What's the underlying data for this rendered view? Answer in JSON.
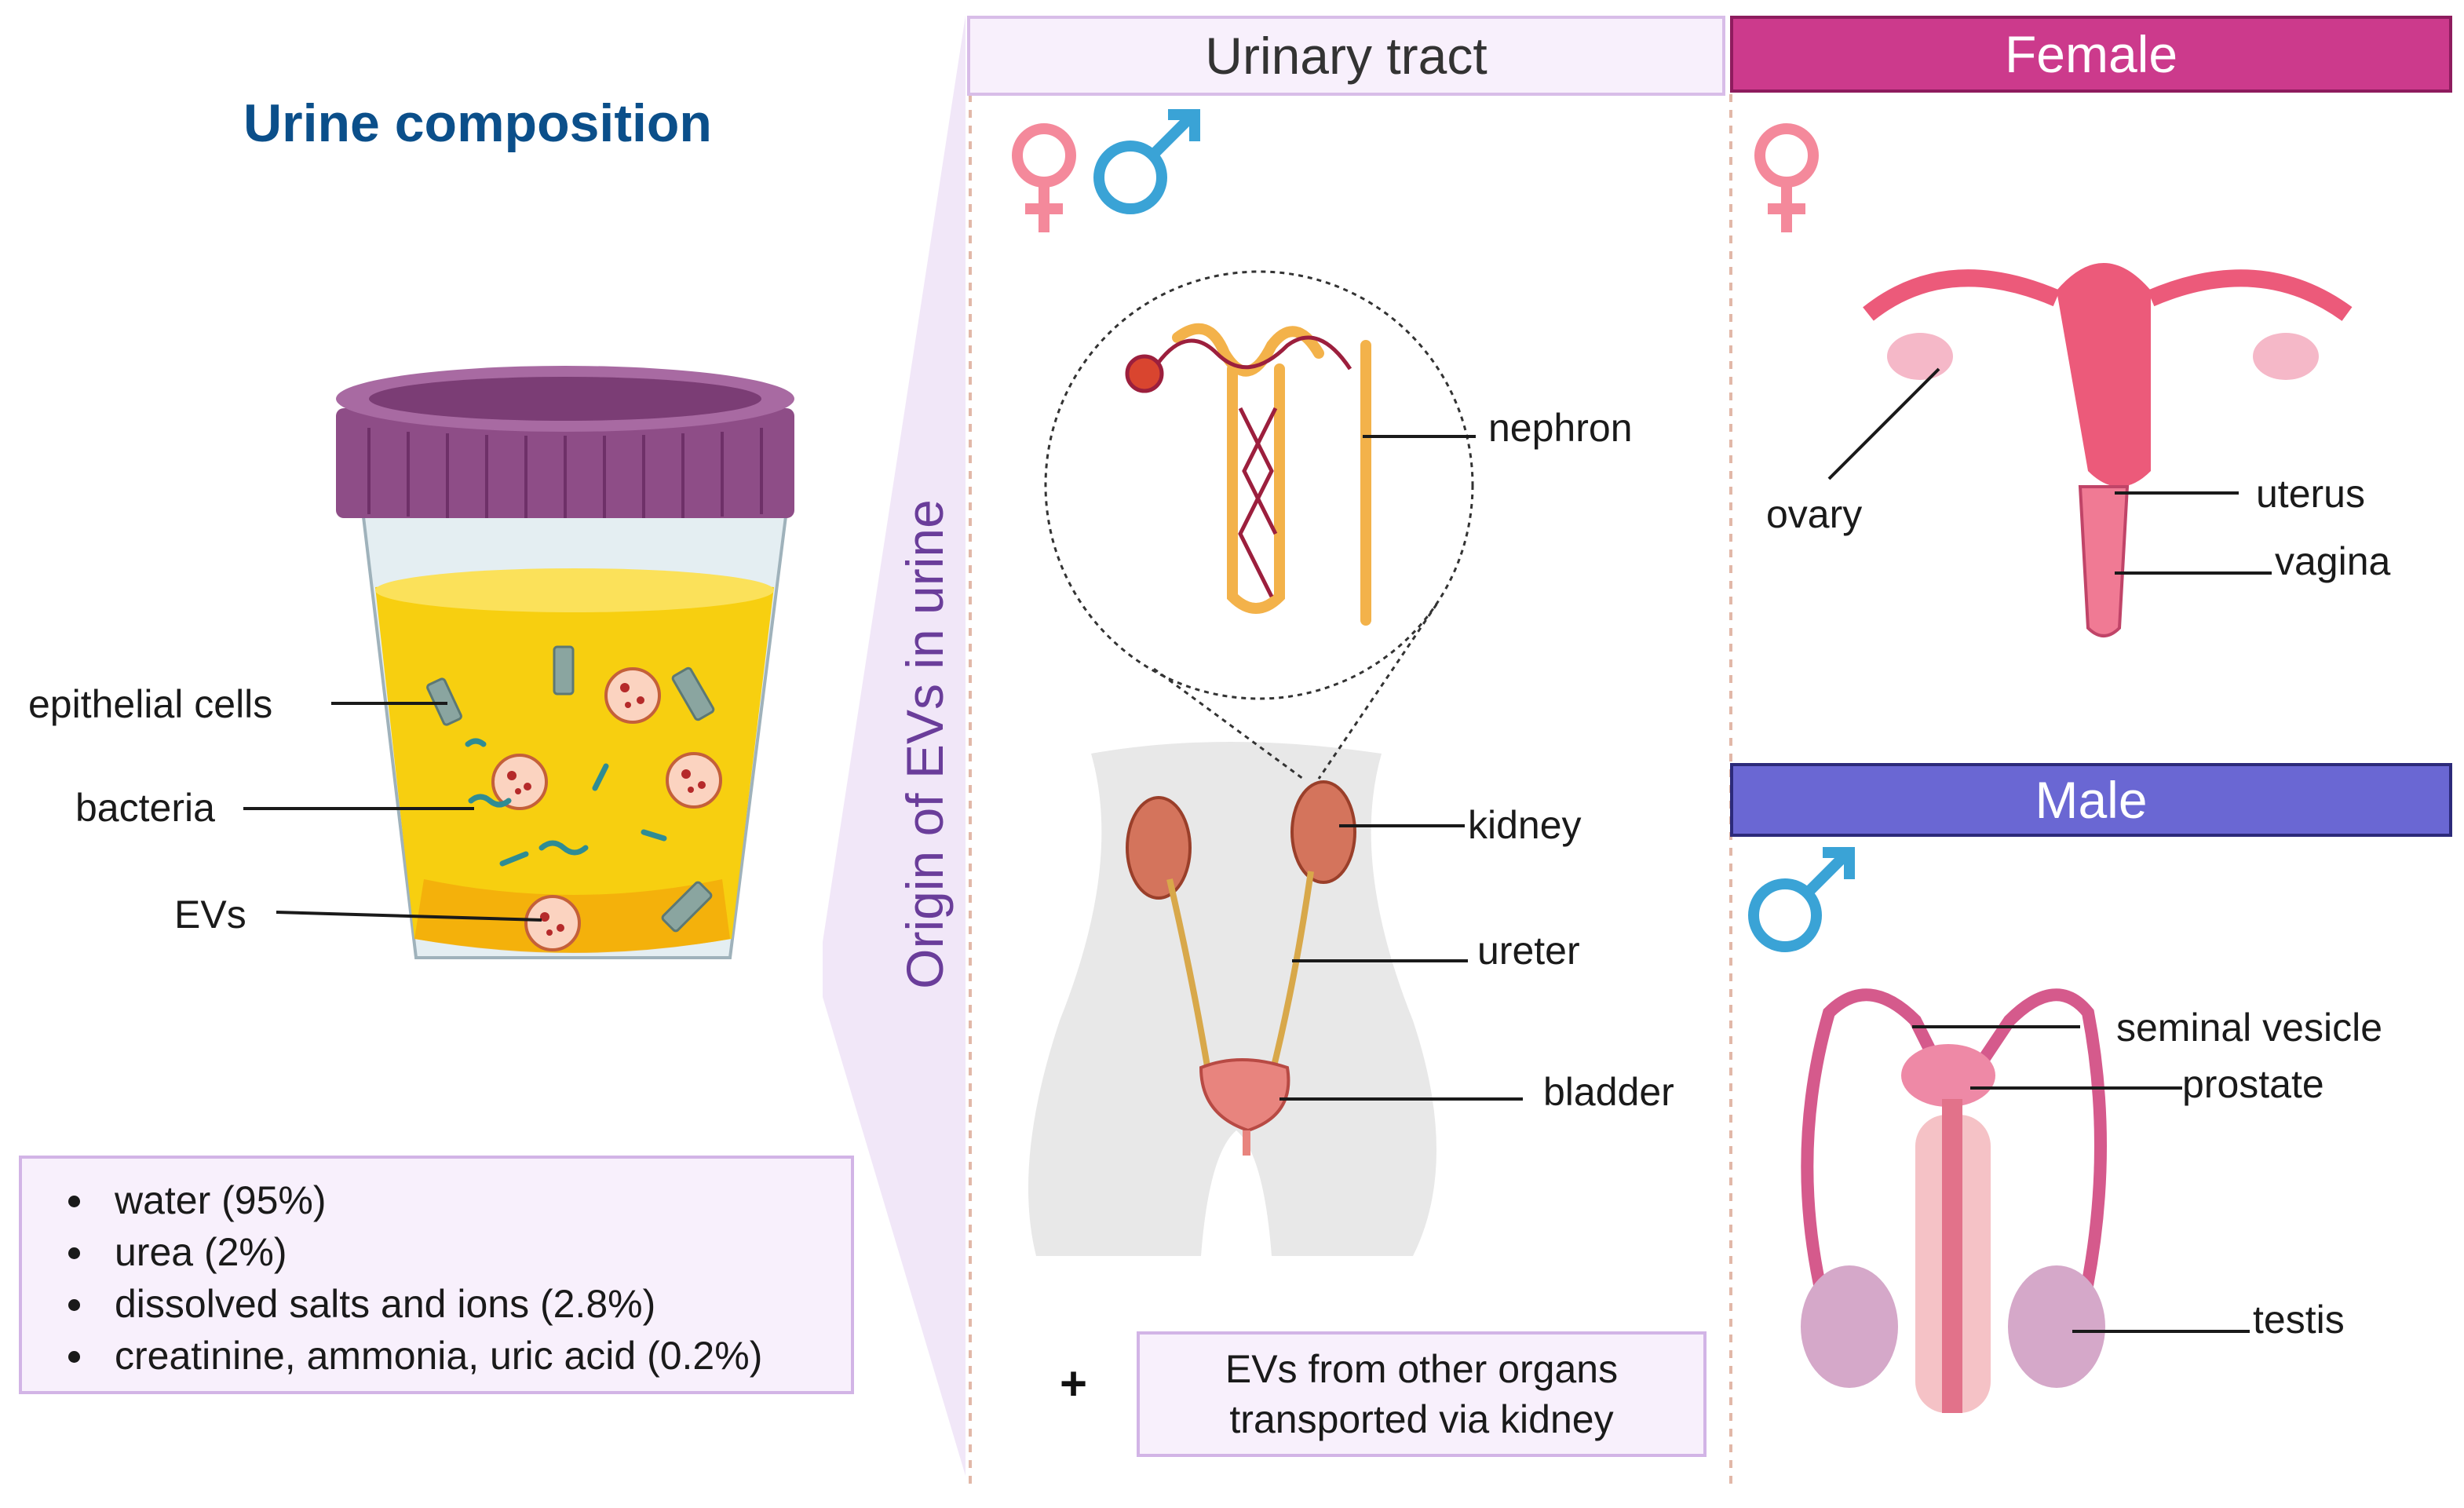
{
  "title": "Urine composition",
  "cup_labels": {
    "epithelial": "epithelial cells",
    "bacteria": "bacteria",
    "evs": "EVs"
  },
  "composition": [
    "water (95%)",
    "urea (2%)",
    "dissolved salts and ions (2.8%)",
    "creatinine, ammonia, uric acid (0.2%)"
  ],
  "origin_label": "Origin of EVs in urine",
  "urinary": {
    "header": "Urinary tract",
    "nephron": "nephron",
    "kidney": "kidney",
    "ureter": "ureter",
    "bladder": "bladder",
    "other_organs_line1": "EVs from other organs",
    "other_organs_line2": "transported via kidney",
    "plus": "+"
  },
  "female": {
    "header": "Female",
    "ovary": "ovary",
    "uterus": "uterus",
    "vagina": "vagina"
  },
  "male": {
    "header": "Male",
    "seminal_vesicle": "seminal vesicle",
    "prostate": "prostate",
    "testis": "testis"
  },
  "colors": {
    "title": "#0b4f8a",
    "urinary_header_bg": "#f8f0fc",
    "female_header_bg": "#cc3a8c",
    "male_header_bg": "#6a67d3",
    "female_symbol": "#f4899b",
    "male_symbol": "#3aa3d6",
    "origin_text": "#6a3d9a",
    "urine": "#f7cf10",
    "lid": "#8e4d87"
  },
  "icons": {
    "female": "female-symbol-icon",
    "male": "male-symbol-icon"
  }
}
